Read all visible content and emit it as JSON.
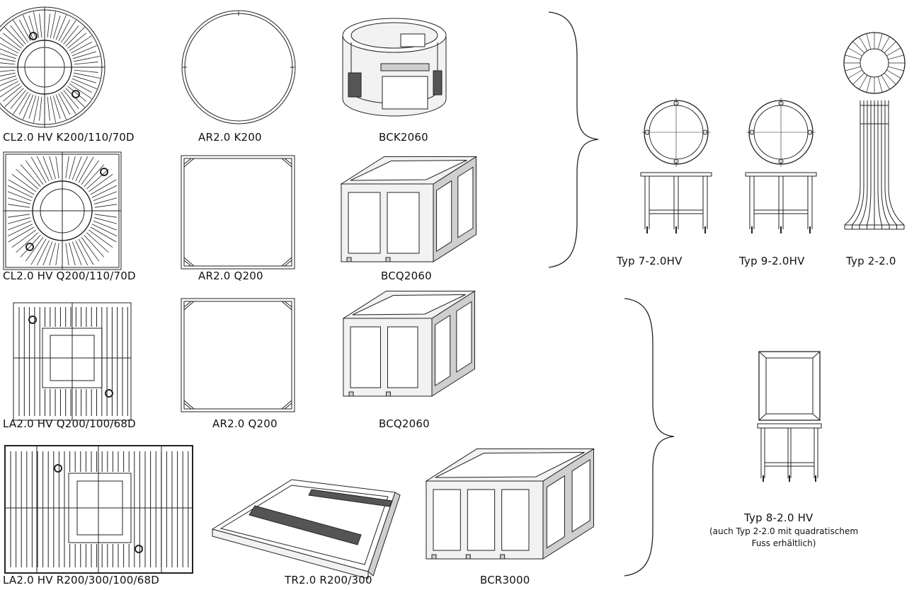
{
  "labels": {
    "cl_k": "CL2.0 HV K200/110/70D",
    "ar_k": "AR2.0 K200",
    "bck": "BCK2060",
    "cl_q": "CL2.0 HV Q200/110/70D",
    "ar_q1": "AR2.0 Q200",
    "bcq1": "BCQ2060",
    "la_q": "LA2.0 HV Q200/100/68D",
    "ar_q2": "AR2.0 Q200",
    "bcq2": "BCQ2060",
    "la_r": "LA2.0 HV R200/300/100/68D",
    "tr": "TR2.0 R200/300",
    "bcr": "BCR3000",
    "typ7": "Typ 7-2.0HV",
    "typ9": "Typ 9-2.0HV",
    "typ2": "Typ 2-2.0",
    "typ8": "Typ 8-2.0 HV",
    "typ8_note_1": "(auch Typ 2-2.0 mit quadratischem",
    "typ8_note_2": "Fuss erhältlich)"
  },
  "colors": {
    "line": "#222222",
    "panel": "#f2f2f2",
    "shade": "#cfcfcf",
    "dark": "#555555"
  }
}
